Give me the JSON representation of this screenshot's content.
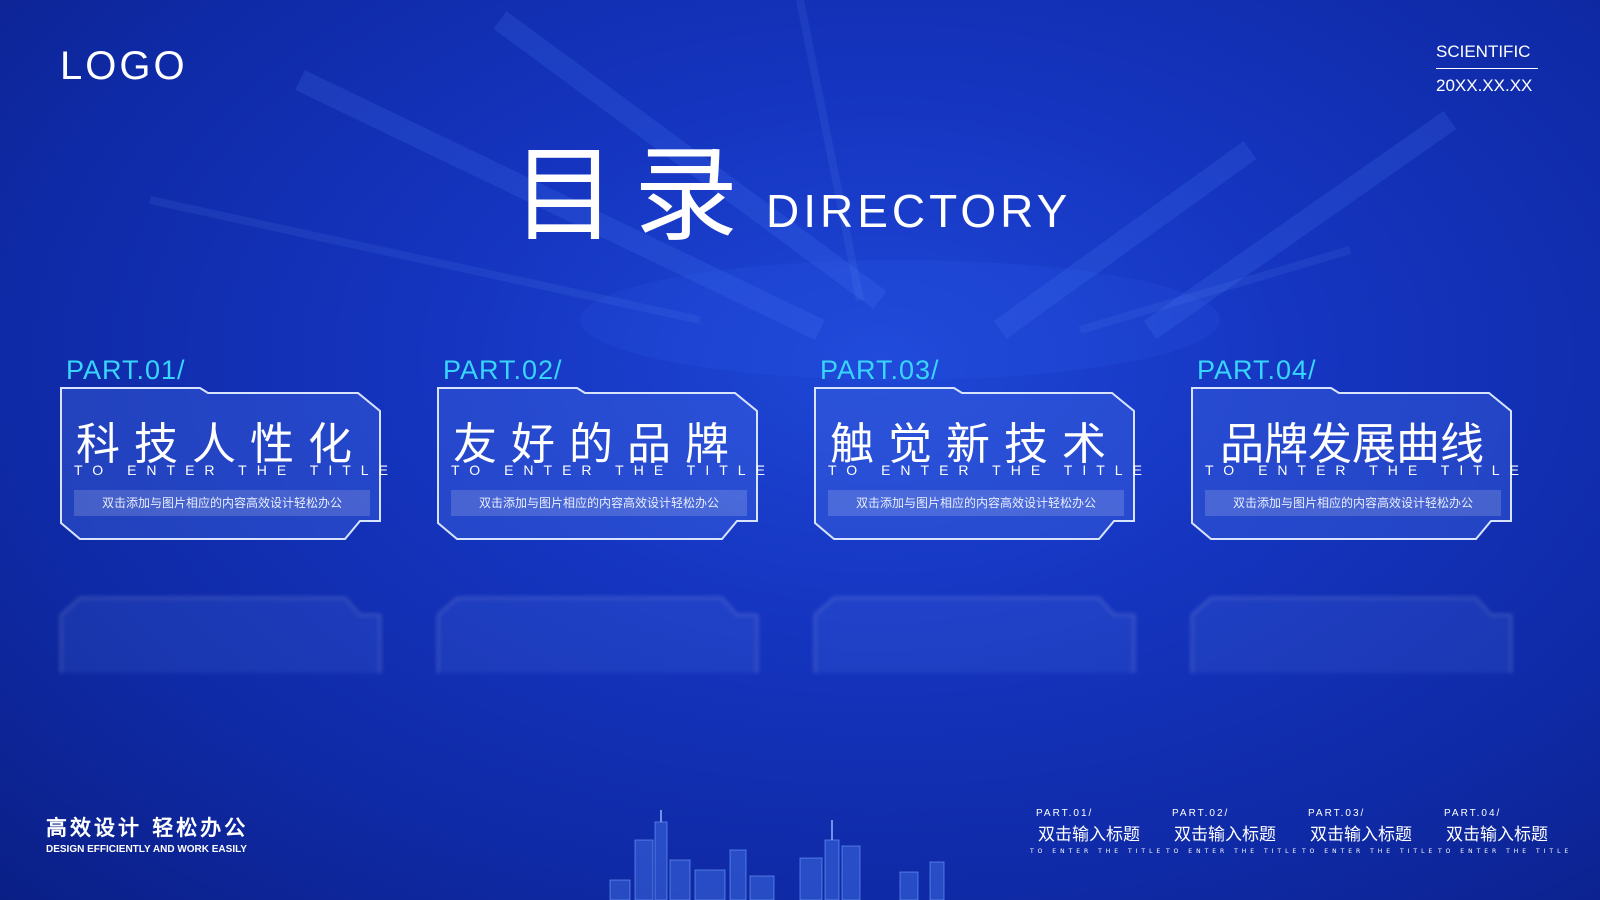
{
  "header": {
    "logo": "LOGO",
    "brand_line": "SCIENTIFIC",
    "date": "20XX.XX.XX"
  },
  "heading": {
    "cn": "目录",
    "en": "DIRECTORY"
  },
  "cards": [
    {
      "part": "PART.01/",
      "title": "科技人性化",
      "subtitle": "TO ENTER THE TITLE",
      "desc": "双击添加与图片相应的内容高效设计轻松办公"
    },
    {
      "part": "PART.02/",
      "title": "友好的品牌",
      "subtitle": "TO ENTER THE TITLE",
      "desc": "双击添加与图片相应的内容高效设计轻松办公"
    },
    {
      "part": "PART.03/",
      "title": "触觉新技术",
      "subtitle": "TO ENTER THE TITLE",
      "desc": "双击添加与图片相应的内容高效设计轻松办公"
    },
    {
      "part": "PART.04/",
      "title": "品牌发展曲线",
      "subtitle": "TO ENTER THE TITLE",
      "desc": "双击添加与图片相应的内容高效设计轻松办公"
    }
  ],
  "footer": {
    "slogan_cn": "高效设计  轻松办公",
    "slogan_en": "DESIGN EFFICIENTLY AND WORK EASILY",
    "nav": [
      {
        "part": "PART.01/",
        "title": "双击输入标题",
        "sub": "TO ENTER THE TITLE"
      },
      {
        "part": "PART.02/",
        "title": "双击输入标题",
        "sub": "TO ENTER THE TITLE"
      },
      {
        "part": "PART.03/",
        "title": "双击输入标题",
        "sub": "TO ENTER THE TITLE"
      },
      {
        "part": "PART.04/",
        "title": "双击输入标题",
        "sub": "TO ENTER THE TITLE"
      }
    ]
  },
  "colors": {
    "background": "#1535c0",
    "accent": "#38d6ff",
    "text": "#ffffff"
  }
}
